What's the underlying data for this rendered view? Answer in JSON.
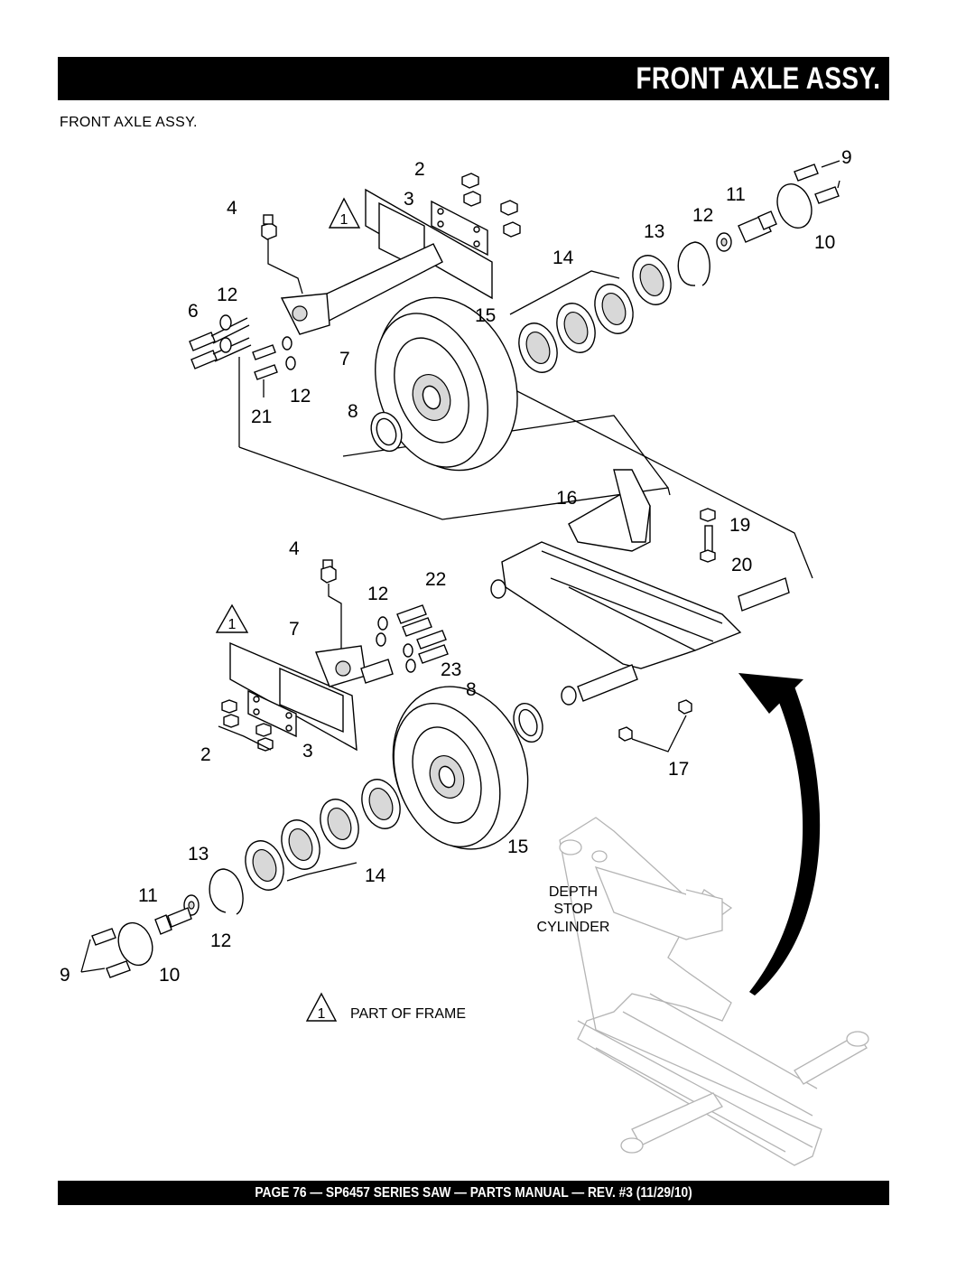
{
  "header": {
    "title": "FRONT AXLE ASSY."
  },
  "subtitle": "FRONT AXLE  ASSY.",
  "footer": {
    "text": "PAGE 76 — SP6457 SERIES SAW  — PARTS MANUAL — REV. #3 (11/29/10)"
  },
  "callouts": {
    "c2_top": "2",
    "c3_top": "3",
    "c4_top": "4",
    "c9_top": "9",
    "c11_top": "11",
    "c12_right": "12",
    "c13_top": "13",
    "c10_top": "10",
    "c14_top": "14",
    "c6": "6",
    "c12_left": "12",
    "c15_top": "15",
    "c7_top": "7",
    "c12_mid": "12",
    "c21": "21",
    "c8_top": "8",
    "c16": "16",
    "c19": "19",
    "c20": "20",
    "c4_bot": "4",
    "c22": "22",
    "c12_bot": "12",
    "c7_bot": "7",
    "c23": "23",
    "c8_bot": "8",
    "c2_bot": "2",
    "c3_bot": "3",
    "c17": "17",
    "c15_bot": "15",
    "c13_bot": "13",
    "c14_bot": "14",
    "c11_bot": "11",
    "c12_low": "12",
    "c9_bot": "9",
    "c10_bot": "10"
  },
  "frame_markers": {
    "top": "1",
    "bottom": "1",
    "legend": "1"
  },
  "legend": {
    "part_of_frame": "PART OF FRAME"
  },
  "depth_stop": {
    "line1": "DEPTH",
    "line2": "STOP",
    "line3": "CYLINDER"
  },
  "icons": {
    "frame_marker": "triangle-icon",
    "arrow": "curved-arrow-icon"
  }
}
